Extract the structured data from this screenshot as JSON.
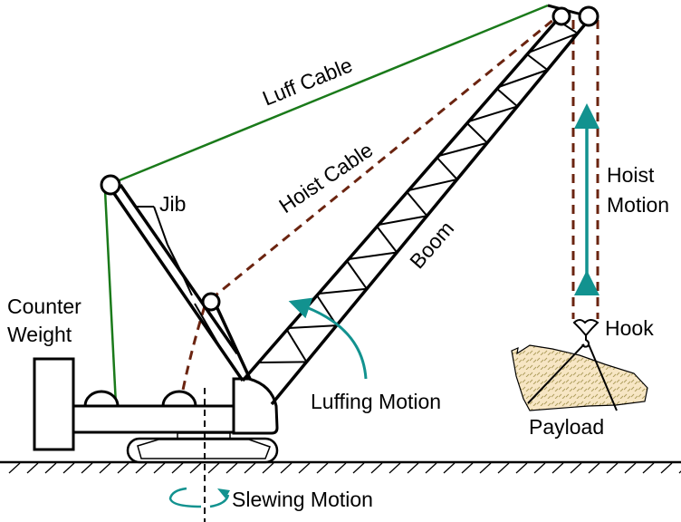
{
  "labels": {
    "luff_cable": "Luff Cable",
    "hoist_cable": "Hoist Cable",
    "boom": "Boom",
    "jib": "Jib",
    "counter_weight_1": "Counter",
    "counter_weight_2": "Weight",
    "luffing_motion": "Luffing Motion",
    "hoist_motion_1": "Hoist",
    "hoist_motion_2": "Motion",
    "hook": "Hook",
    "payload": "Payload",
    "slewing_motion": "Slewing Motion"
  },
  "colors": {
    "luff_cable": "#1a7a1a",
    "hoist_cable": "#6b2410",
    "motion_arrow": "#12928f",
    "payload_fill": "#f7e6c4",
    "structure": "#000000"
  }
}
